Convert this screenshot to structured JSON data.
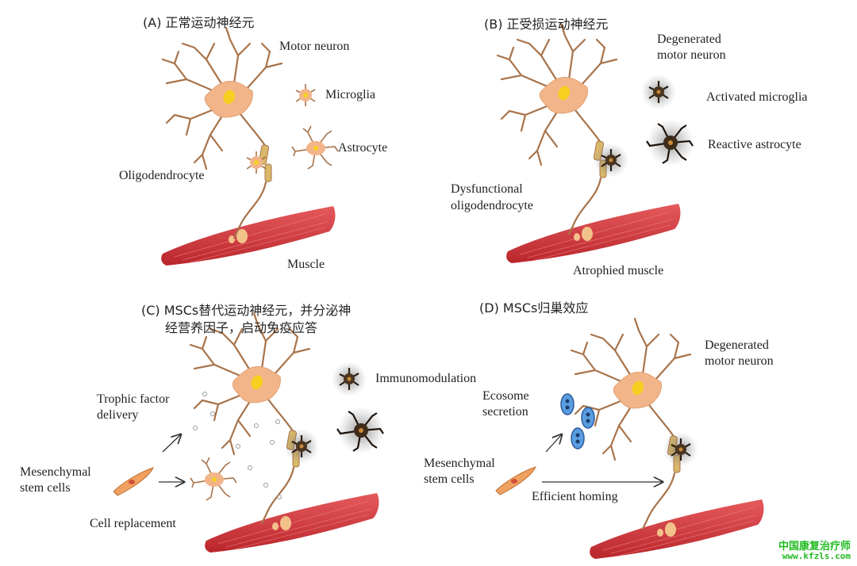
{
  "panels": {
    "a": {
      "title": "(A) 正常运动神经元",
      "labels": {
        "motor_neuron": "Motor neuron",
        "microglia": "Microglia",
        "astrocyte": "Astrocyte",
        "oligodendrocyte": "Oligodendrocyte",
        "muscle": "Muscle"
      }
    },
    "b": {
      "title": "(B) 正受损运动神经元",
      "labels": {
        "degenerated_1": "Degenerated",
        "degenerated_2": "motor neuron",
        "activated_microglia": "Activated microglia",
        "reactive_astrocyte": "Reactive astrocyte",
        "dysfunctional_1": "Dysfunctional",
        "dysfunctional_2": "oligodendrocyte",
        "atrophied_muscle": "Atrophied muscle"
      }
    },
    "c": {
      "title_1": "(C) MSCs替代运动神经元，并分泌神",
      "title_2": "经营养因子，启动免疫应答",
      "labels": {
        "immunomodulation": "Immunomodulation",
        "trophic_1": "Trophic factor",
        "trophic_2": "delivery",
        "msc_1": "Mesenchymal",
        "msc_2": "stem cells",
        "cell_replacement": "Cell replacement"
      }
    },
    "d": {
      "title": "(D) MSCs归巢效应",
      "labels": {
        "degenerated_1": "Degenerated",
        "degenerated_2": "motor neuron",
        "ecosome_1": "Ecosome",
        "ecosome_2": "secretion",
        "msc_1": "Mesenchymal",
        "msc_2": "stem cells",
        "homing": "Efficient homing"
      }
    }
  },
  "watermark": {
    "line1": "中国康复治疗师",
    "line2": "www.kfzls.com"
  },
  "colors": {
    "neuron": "#f2b58a",
    "outline": "#a8734a",
    "nucleus": "#f5d020",
    "muscle": "#d9393e",
    "myelin": "#d9b86a",
    "microglia_dark": "#3a2a1c",
    "vesicle": "#4a90d9",
    "watermark": "#22bb22"
  }
}
